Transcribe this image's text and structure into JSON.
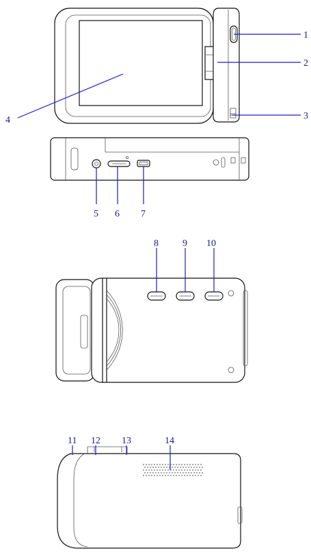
{
  "callouts": {
    "c1": "1",
    "c2": "2",
    "c3": "3",
    "c4": "4",
    "c5": "5",
    "c6": "6",
    "c7": "7",
    "c8": "8",
    "c9": "9",
    "c10": "10",
    "c11": "11",
    "c12": "12",
    "c13": "13",
    "c14": "14"
  },
  "colors": {
    "callout_text": "#1a1a8c",
    "leader_line": "#1a1acc",
    "outline": "#111111"
  }
}
